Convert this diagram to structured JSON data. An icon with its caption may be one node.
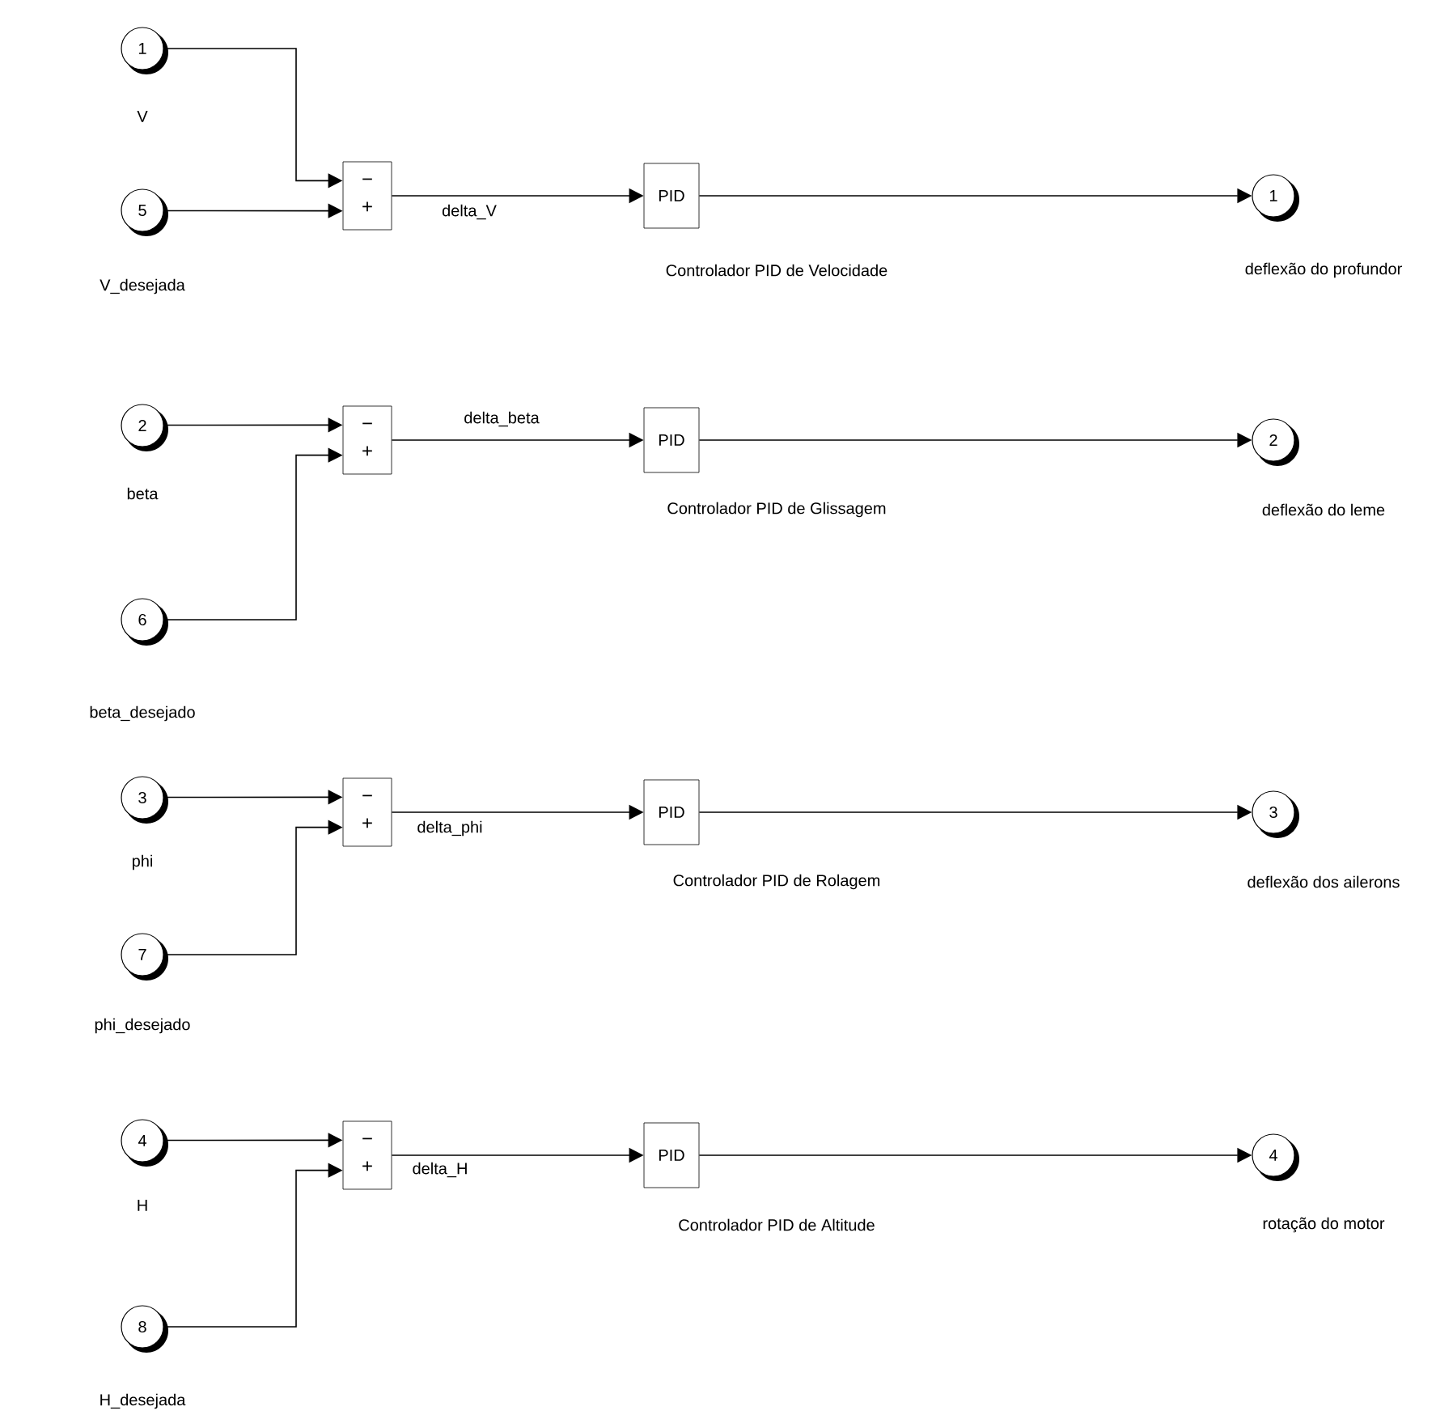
{
  "diagram": {
    "nodes": [
      {
        "text": [
          "1"
        ],
        "beside": [
          "V"
        ]
      },
      {
        "text": [
          "5"
        ],
        "beside": [
          "V_desejada"
        ]
      },
      {
        "text": [
          "−",
          "+"
        ]
      },
      {
        "text": [
          "PID"
        ],
        "beside": [
          "Controlador PID de Velocidade"
        ]
      },
      {
        "text": [
          "1"
        ],
        "beside": [
          "deflexão do profundor"
        ]
      },
      {
        "text": [
          "2"
        ],
        "beside": [
          "beta"
        ]
      },
      {
        "text": [
          "6"
        ],
        "beside": [
          "beta_desejado"
        ]
      },
      {
        "text": [
          "−",
          "+"
        ]
      },
      {
        "text": [
          "PID"
        ],
        "beside": [
          "Controlador PID de Glissagem"
        ]
      },
      {
        "text": [
          "2"
        ],
        "beside": [
          "deflexão do leme"
        ]
      },
      {
        "text": [
          "3"
        ],
        "beside": [
          "phi"
        ]
      },
      {
        "text": [
          "7"
        ],
        "beside": [
          "phi_desejado"
        ]
      },
      {
        "text": [
          "−",
          "+"
        ]
      },
      {
        "text": [
          "PID"
        ],
        "beside": [
          "Controlador PID de Rolagem"
        ]
      },
      {
        "text": [
          "3"
        ],
        "beside": [
          "deflexão dos ailerons"
        ]
      },
      {
        "text": [
          "4"
        ],
        "beside": [
          "H"
        ]
      },
      {
        "text": [
          "8"
        ],
        "beside": [
          "H_desejada"
        ]
      },
      {
        "text": [
          "−",
          "+"
        ]
      },
      {
        "text": [
          "PID"
        ],
        "beside": [
          "Controlador PID de Altitude"
        ]
      },
      {
        "text": [
          "4"
        ],
        "beside": [
          "rotação do motor"
        ]
      }
    ],
    "edges": [
      {
        "from": 0,
        "to": 2,
        "arrow": "to"
      },
      {
        "from": 1,
        "to": 2,
        "arrow": "to"
      },
      {
        "from": 2,
        "to": 3,
        "arrow": "to",
        "label": "delta_V"
      },
      {
        "from": 3,
        "to": 4,
        "arrow": "to"
      },
      {
        "from": 5,
        "to": 7,
        "arrow": "to"
      },
      {
        "from": 6,
        "to": 7,
        "arrow": "to"
      },
      {
        "from": 7,
        "to": 8,
        "arrow": "to",
        "label": "delta_beta"
      },
      {
        "from": 8,
        "to": 9,
        "arrow": "to"
      },
      {
        "from": 10,
        "to": 12,
        "arrow": "to"
      },
      {
        "from": 11,
        "to": 12,
        "arrow": "to"
      },
      {
        "from": 12,
        "to": 13,
        "arrow": "to",
        "label": "delta_phi"
      },
      {
        "from": 13,
        "to": 14,
        "arrow": "to"
      },
      {
        "from": 15,
        "to": 17,
        "arrow": "to"
      },
      {
        "from": 16,
        "to": 17,
        "arrow": "to"
      },
      {
        "from": 17,
        "to": 18,
        "arrow": "to",
        "label": "delta_H"
      },
      {
        "from": 18,
        "to": 19,
        "arrow": "to"
      }
    ]
  }
}
